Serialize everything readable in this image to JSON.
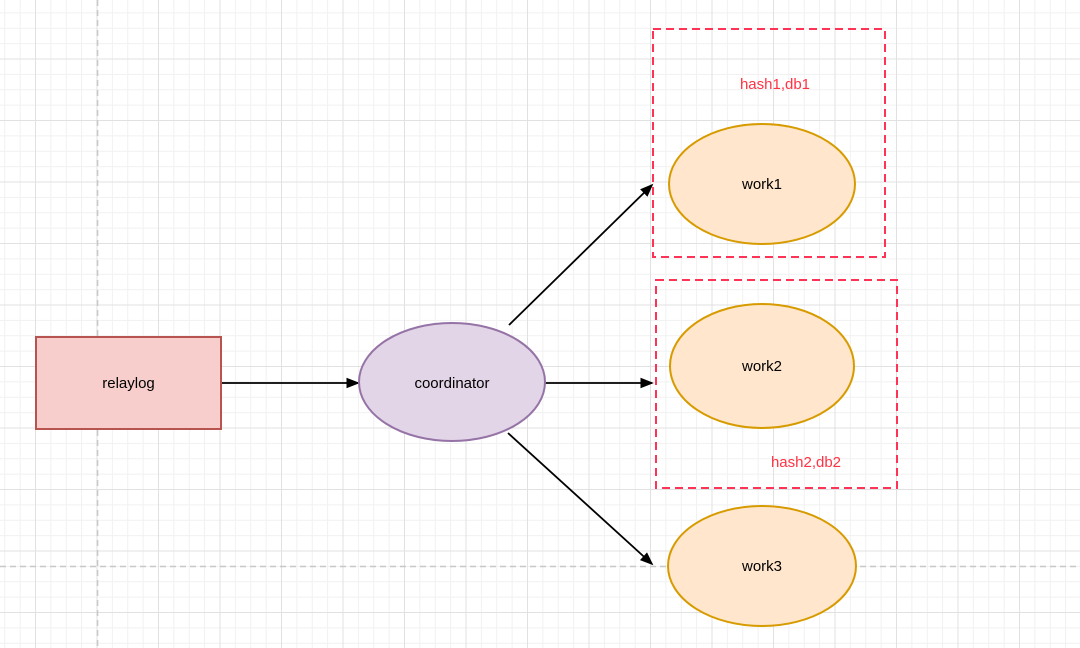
{
  "diagram": {
    "nodes": {
      "relaylog": {
        "label": "relaylog",
        "shape": "rectangle",
        "fill": "#f8cecc",
        "stroke": "#b85450"
      },
      "coordinator": {
        "label": "coordinator",
        "shape": "ellipse",
        "fill": "#e1d5e7",
        "stroke": "#9673a6"
      },
      "work1": {
        "label": "work1",
        "shape": "ellipse",
        "fill": "#ffe6cc",
        "stroke": "#d79b00"
      },
      "work2": {
        "label": "work2",
        "shape": "ellipse",
        "fill": "#ffe6cc",
        "stroke": "#d79b00"
      },
      "work3": {
        "label": "work3",
        "shape": "ellipse",
        "fill": "#ffe6cc",
        "stroke": "#d79b00"
      }
    },
    "groups": {
      "group1": {
        "label": "hash1,db1",
        "stroke": "#ff3355",
        "label_color": "#ff3344",
        "contains": "work1"
      },
      "group2": {
        "label": "hash2,db2",
        "stroke": "#ff3355",
        "label_color": "#ff3344",
        "contains": "work2"
      }
    },
    "edges": [
      {
        "from": "relaylog",
        "to": "coordinator"
      },
      {
        "from": "coordinator",
        "to": "work1"
      },
      {
        "from": "coordinator",
        "to": "work2"
      },
      {
        "from": "coordinator",
        "to": "work3"
      }
    ],
    "colors": {
      "edge": "#000000",
      "text": "#000000",
      "canvas_bg": "#ffffff",
      "grid_minor": "#f1f1f1",
      "grid_major": "#e1e1e1",
      "page_boundary": "#c8c8c8"
    }
  }
}
